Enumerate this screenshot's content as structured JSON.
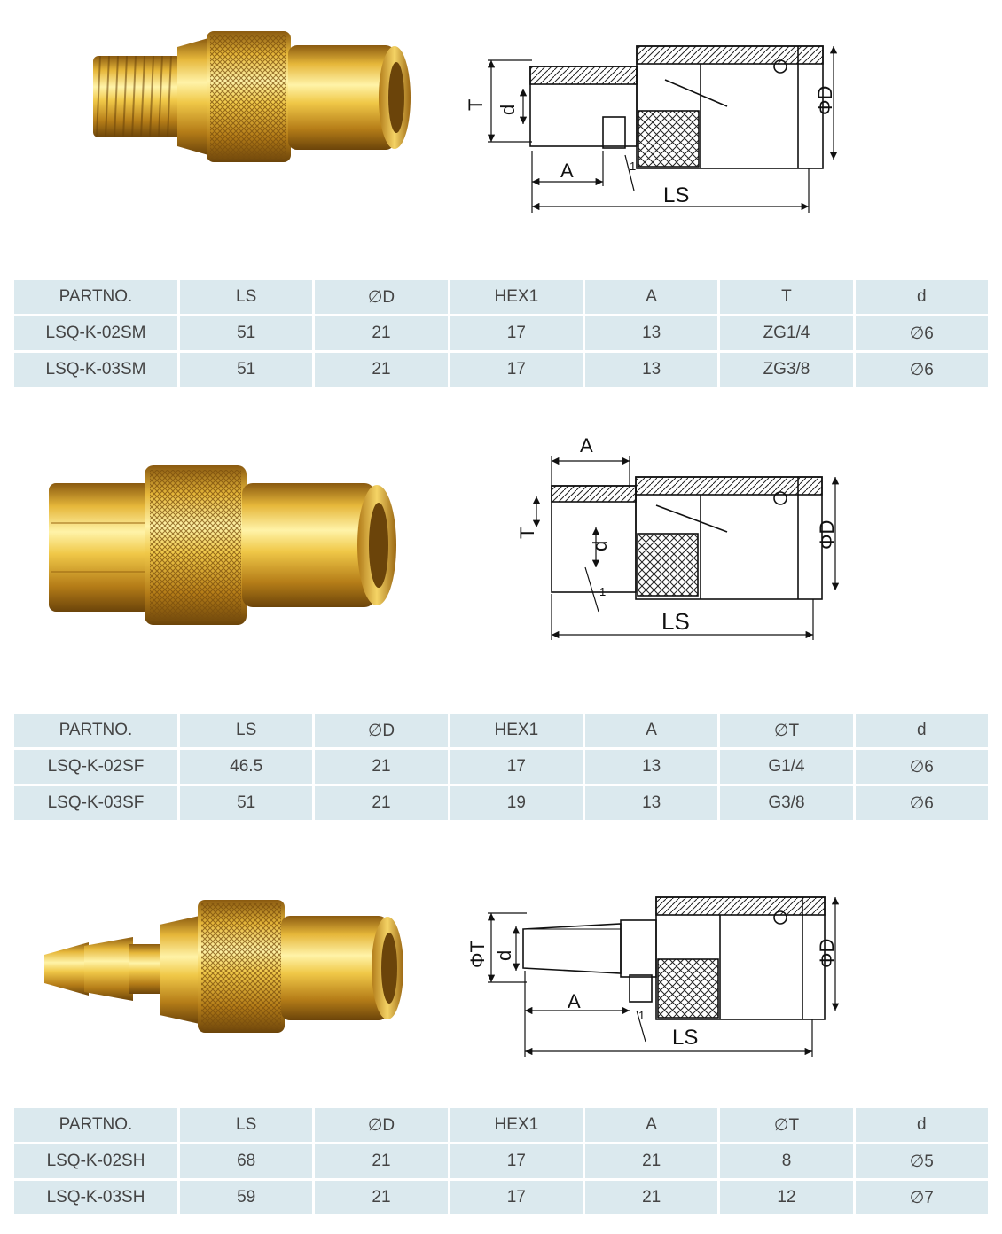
{
  "sections": [
    {
      "id": "sm",
      "drawing_labels": {
        "T": "T",
        "d": "d",
        "A": "A",
        "LS": "LS",
        "D": "ΦD",
        "one": "1"
      },
      "table": {
        "headers": [
          "PARTNO.",
          "LS",
          "∅D",
          "HEX1",
          "A",
          "T",
          "d"
        ],
        "rows": [
          [
            "LSQ-K-02SM",
            "51",
            "21",
            "17",
            "13",
            "ZG1/4",
            "∅6"
          ],
          [
            "LSQ-K-03SM",
            "51",
            "21",
            "17",
            "13",
            "ZG3/8",
            "∅6"
          ]
        ]
      }
    },
    {
      "id": "sf",
      "drawing_labels": {
        "T": "T",
        "d": "d",
        "A": "A",
        "LS": "LS",
        "D": "ΦD",
        "one": "1"
      },
      "table": {
        "headers": [
          "PARTNO.",
          "LS",
          "∅D",
          "HEX1",
          "A",
          "∅T",
          "d"
        ],
        "rows": [
          [
            "LSQ-K-02SF",
            "46.5",
            "21",
            "17",
            "13",
            "G1/4",
            "∅6"
          ],
          [
            "LSQ-K-03SF",
            "51",
            "21",
            "19",
            "13",
            "G3/8",
            "∅6"
          ]
        ]
      }
    },
    {
      "id": "sh",
      "drawing_labels": {
        "T": "ΦT",
        "d": "d",
        "A": "A",
        "LS": "LS",
        "D": "ΦD",
        "one": "1"
      },
      "table": {
        "headers": [
          "PARTNO.",
          "LS",
          "∅D",
          "HEX1",
          "A",
          "∅T",
          "d"
        ],
        "rows": [
          [
            "LSQ-K-02SH",
            "68",
            "21",
            "17",
            "21",
            "8",
            "∅5"
          ],
          [
            "LSQ-K-03SH",
            "59",
            "21",
            "17",
            "21",
            "12",
            "∅7"
          ]
        ]
      }
    }
  ],
  "colors": {
    "brass_light": "#f7e07a",
    "brass_mid": "#d9a52a",
    "brass_dark": "#8a5a10",
    "table_cell": "#dbe9ee",
    "table_text": "#444444"
  }
}
